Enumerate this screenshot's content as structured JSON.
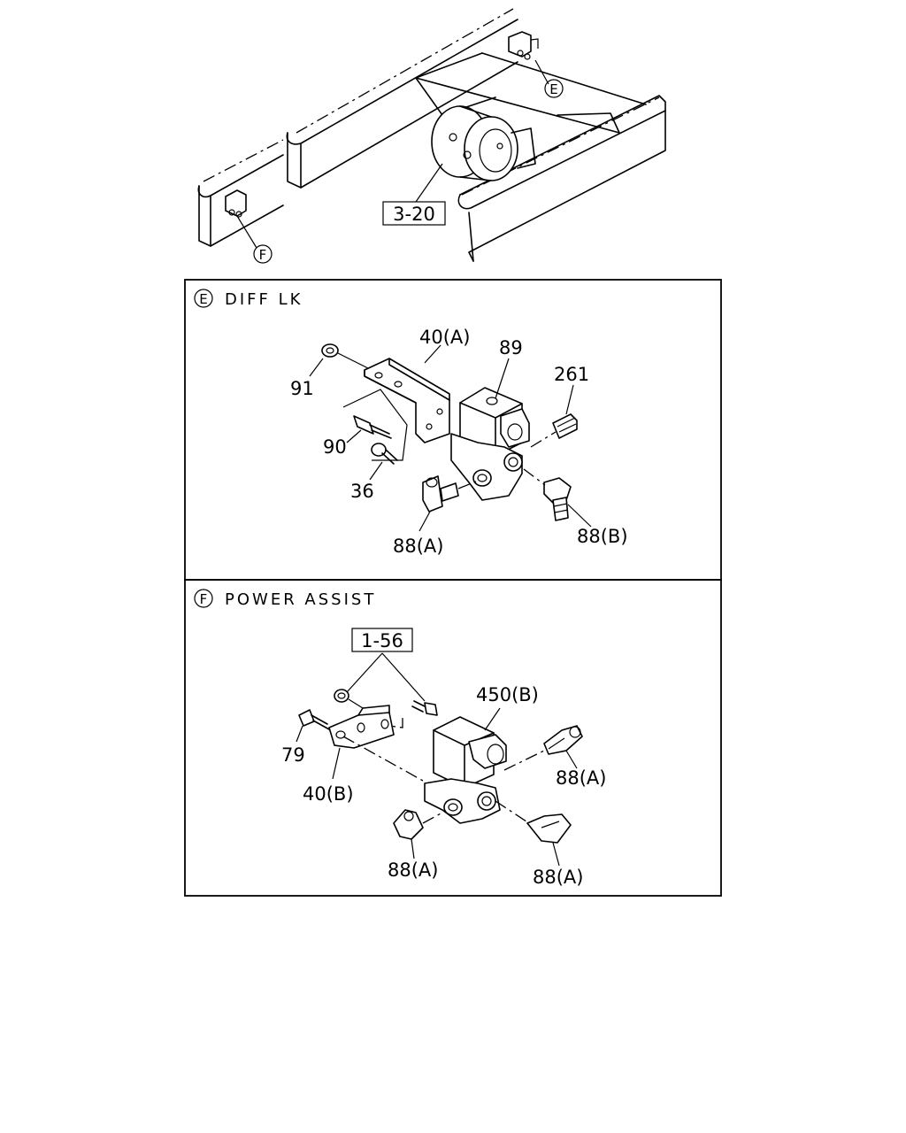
{
  "overview": {
    "ref_box": "3-20",
    "callout_e": "E",
    "callout_f": "F"
  },
  "panel_e": {
    "marker": "E",
    "title": "DIFF LK",
    "labels": {
      "bracket": "40(A)",
      "valve": "89",
      "nut": "91",
      "fitting_top": "261",
      "bolt_90": "90",
      "bolt_36": "36",
      "fitting_left": "88(A)",
      "fitting_right": "88(B)"
    }
  },
  "panel_f": {
    "marker": "F",
    "title": "POWER ASSIST",
    "labels": {
      "ref_box": "1-56",
      "valve": "450(B)",
      "bolt": "79",
      "bracket": "40(B)",
      "fitting_top_right": "88(A)",
      "fitting_bottom_left": "88(A)",
      "fitting_bottom_right": "88(A)"
    }
  }
}
